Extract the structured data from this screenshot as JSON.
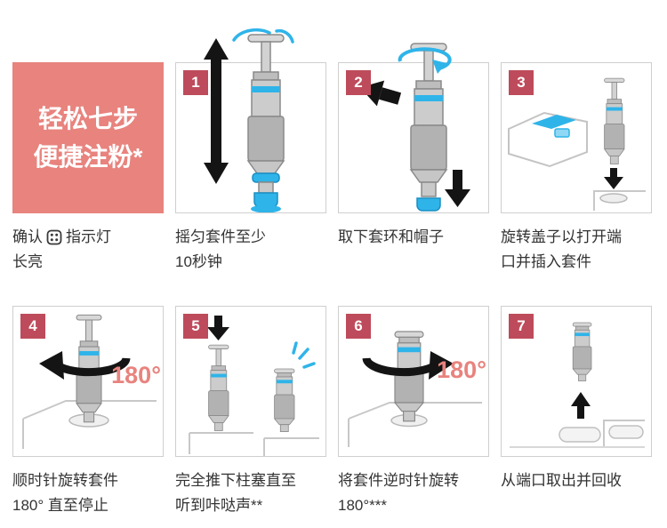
{
  "intro": {
    "title_line1": "轻松七步",
    "title_line2": "便捷注粉*",
    "caption_confirm": "确认",
    "caption_indicator": "指示灯",
    "caption_line2": "长亮"
  },
  "colors": {
    "banner_pink": "#E8837E",
    "badge_red": "#BE4B5B",
    "accent_blue": "#2FB4E9",
    "angle_pink": "#E8837E"
  },
  "icons": {
    "toner_indicator": "dotted-square",
    "shake": "double-vertical-arrow",
    "rotate_clockwise": "circular-arrow",
    "rotate_counterclockwise": "circular-arrow-mirrored",
    "push_down": "down-arrow",
    "remove_up": "up-arrow",
    "click": "spark-lines"
  },
  "steps": [
    {
      "number": "1",
      "caption_line1": "摇匀套件至少",
      "caption_line2": "10秒钟"
    },
    {
      "number": "2",
      "caption_line1": "取下套环和帽子",
      "caption_line2": ""
    },
    {
      "number": "3",
      "caption_line1": "旋转盖子以打开端",
      "caption_line2": "口并插入套件"
    },
    {
      "number": "4",
      "caption_line1": "顺时针旋转套件",
      "caption_line2": "180° 直至停止",
      "angle_label": "180°"
    },
    {
      "number": "5",
      "caption_line1": "完全推下柱塞直至",
      "caption_line2": "听到咔哒声**"
    },
    {
      "number": "6",
      "caption_line1": "将套件逆时针旋转",
      "caption_line2": "180°***",
      "angle_label": "180°"
    },
    {
      "number": "7",
      "caption_line1": "从端口取出并回收",
      "caption_line2": ""
    }
  ]
}
